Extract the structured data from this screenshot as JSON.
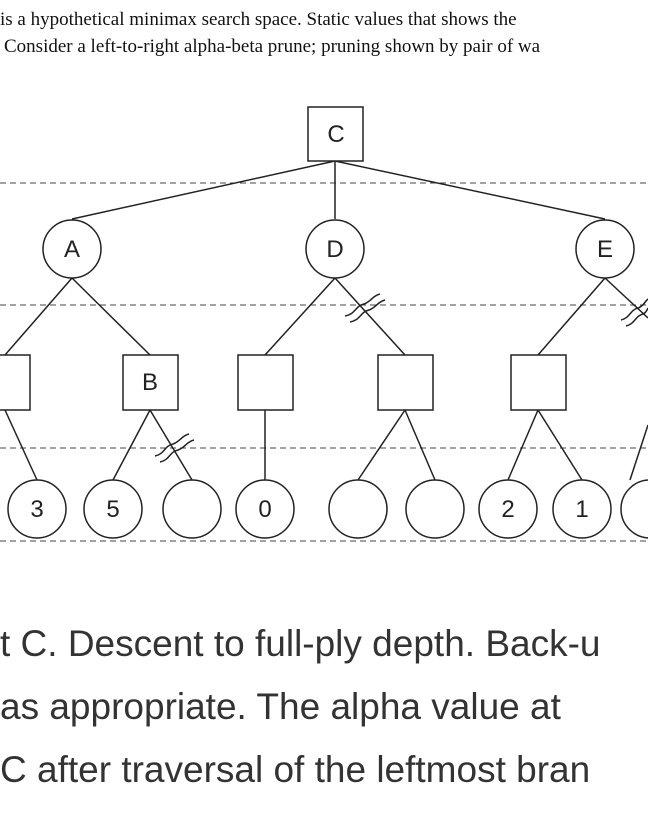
{
  "intro": {
    "line1": "is a hypothetical minimax search space. Static values that shows the",
    "line2": "Consider a left-to-right alpha-beta prune; pruning shown by pair of wa"
  },
  "diagram": {
    "nodes": {
      "root": "C",
      "max_left": "A",
      "max_mid": "D",
      "max_right": "E",
      "min_b": "B",
      "leaf1": "3",
      "leaf2": "5",
      "leaf3": "",
      "leaf4": "0",
      "leaf5": "",
      "leaf6": "",
      "leaf7": "2",
      "leaf8": "1"
    }
  },
  "question": {
    "line1": "t C. Descent to full-ply depth. Back-u",
    "line2": " as appropriate. The alpha value at",
    "line3": "C after traversal of the leftmost bran"
  }
}
